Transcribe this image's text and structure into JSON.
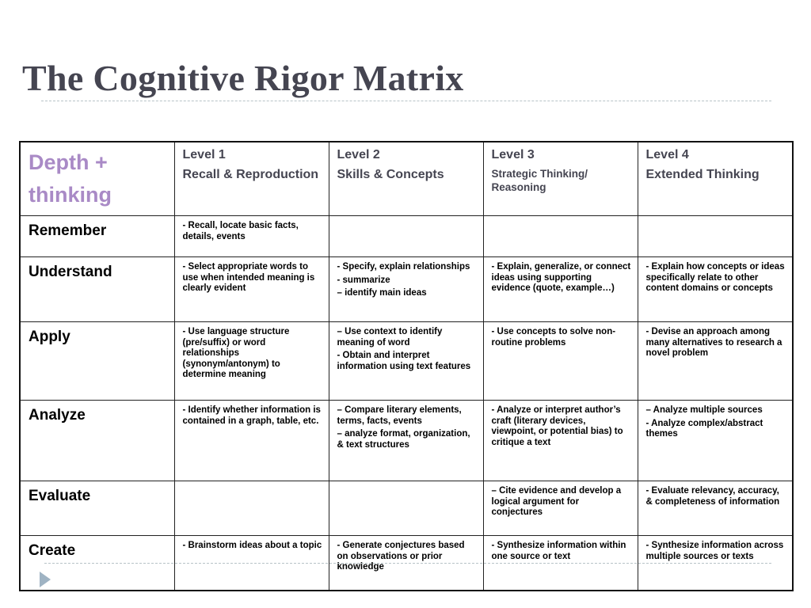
{
  "slide": {
    "title": "The Cognitive Rigor Matrix"
  },
  "matrix": {
    "corner": "Depth + thinking",
    "levels": [
      {
        "name": "Level 1",
        "desc": "Recall & Reproduction"
      },
      {
        "name": "Level 2",
        "desc": "Skills & Concepts"
      },
      {
        "name": "Level 3",
        "desc": "Strategic Thinking/ Reasoning"
      },
      {
        "name": "Level 4",
        "desc": "Extended Thinking"
      }
    ],
    "rows": [
      {
        "label": "Remember",
        "cells": [
          [
            "- Recall, locate basic facts, details, events"
          ],
          [],
          [],
          []
        ]
      },
      {
        "label": "Understand",
        "cells": [
          [
            "- Select appropriate words to use when intended meaning is clearly evident"
          ],
          [
            "- Specify, explain relationships",
            "- summarize",
            "– identify main ideas"
          ],
          [
            "- Explain, generalize, or connect ideas using supporting evidence (quote, example…)"
          ],
          [
            "- Explain how concepts or ideas specifically relate to other content domains or concepts"
          ]
        ]
      },
      {
        "label": "Apply",
        "cells": [
          [
            "- Use language structure (pre/suffix) or word relationships (synonym/antonym) to determine meaning"
          ],
          [
            "– Use context to identify meaning of word",
            "- Obtain and interpret information using text features"
          ],
          [
            "- Use concepts to solve non-routine problems"
          ],
          [
            "- Devise an approach among many alternatives to research a novel problem"
          ]
        ]
      },
      {
        "label": "Analyze",
        "cells": [
          [
            "- Identify whether information is contained in a graph, table, etc."
          ],
          [
            "– Compare literary elements, terms, facts, events",
            "– analyze format, organization, & text structures"
          ],
          [
            "- Analyze or interpret author’s craft (literary devices, viewpoint, or potential  bias) to critique a text"
          ],
          [
            "– Analyze multiple sources",
            "- Analyze complex/abstract themes"
          ]
        ]
      },
      {
        "label": "Evaluate",
        "cells": [
          [],
          [],
          [
            "– Cite evidence and develop a logical argument for conjectures"
          ],
          [
            "- Evaluate relevancy, accuracy, & completeness of information"
          ]
        ]
      },
      {
        "label": "Create",
        "cells": [
          [
            "- Brainstorm ideas about a topic"
          ],
          [
            "- Generate conjectures based on observations or prior knowledge"
          ],
          [
            "- Synthesize information within one source or text"
          ],
          [
            "- Synthesize information across multiple sources or texts"
          ]
        ]
      }
    ]
  }
}
